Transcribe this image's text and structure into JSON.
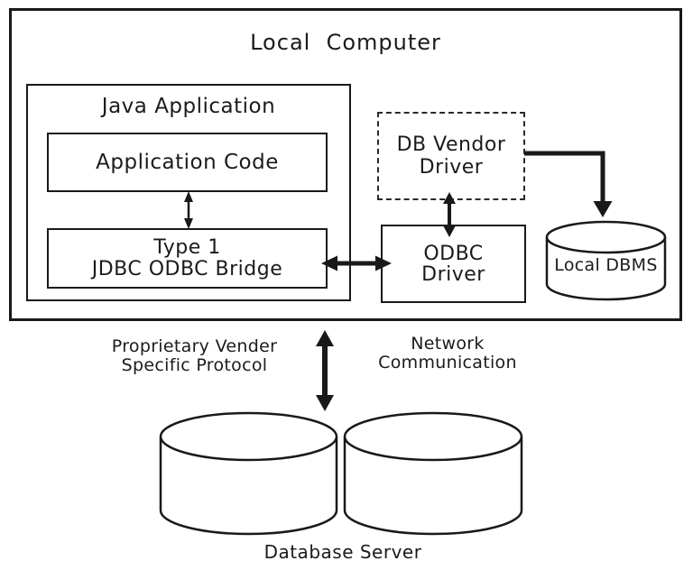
{
  "local_computer": {
    "title": "Local  Computer"
  },
  "java_application": {
    "title": "Java Application"
  },
  "application_code": {
    "label": "Application Code"
  },
  "type1_bridge": {
    "line1": "Type 1",
    "line2": "JDBC ODBC Bridge"
  },
  "db_vendor_driver": {
    "line1": "DB Vendor",
    "line2": "Driver"
  },
  "odbc_driver": {
    "line1": "ODBC",
    "line2": "Driver"
  },
  "local_dbms": {
    "label": "Local DBMS"
  },
  "annotations": {
    "proprietary_line1": "Proprietary Vender",
    "proprietary_line2": "Specific Protocol",
    "network_line1": "Network",
    "network_line2": "Communication"
  },
  "database_server": {
    "label": "Database Server"
  },
  "colors": {
    "ink": "#191919",
    "background": "#ffffff"
  }
}
